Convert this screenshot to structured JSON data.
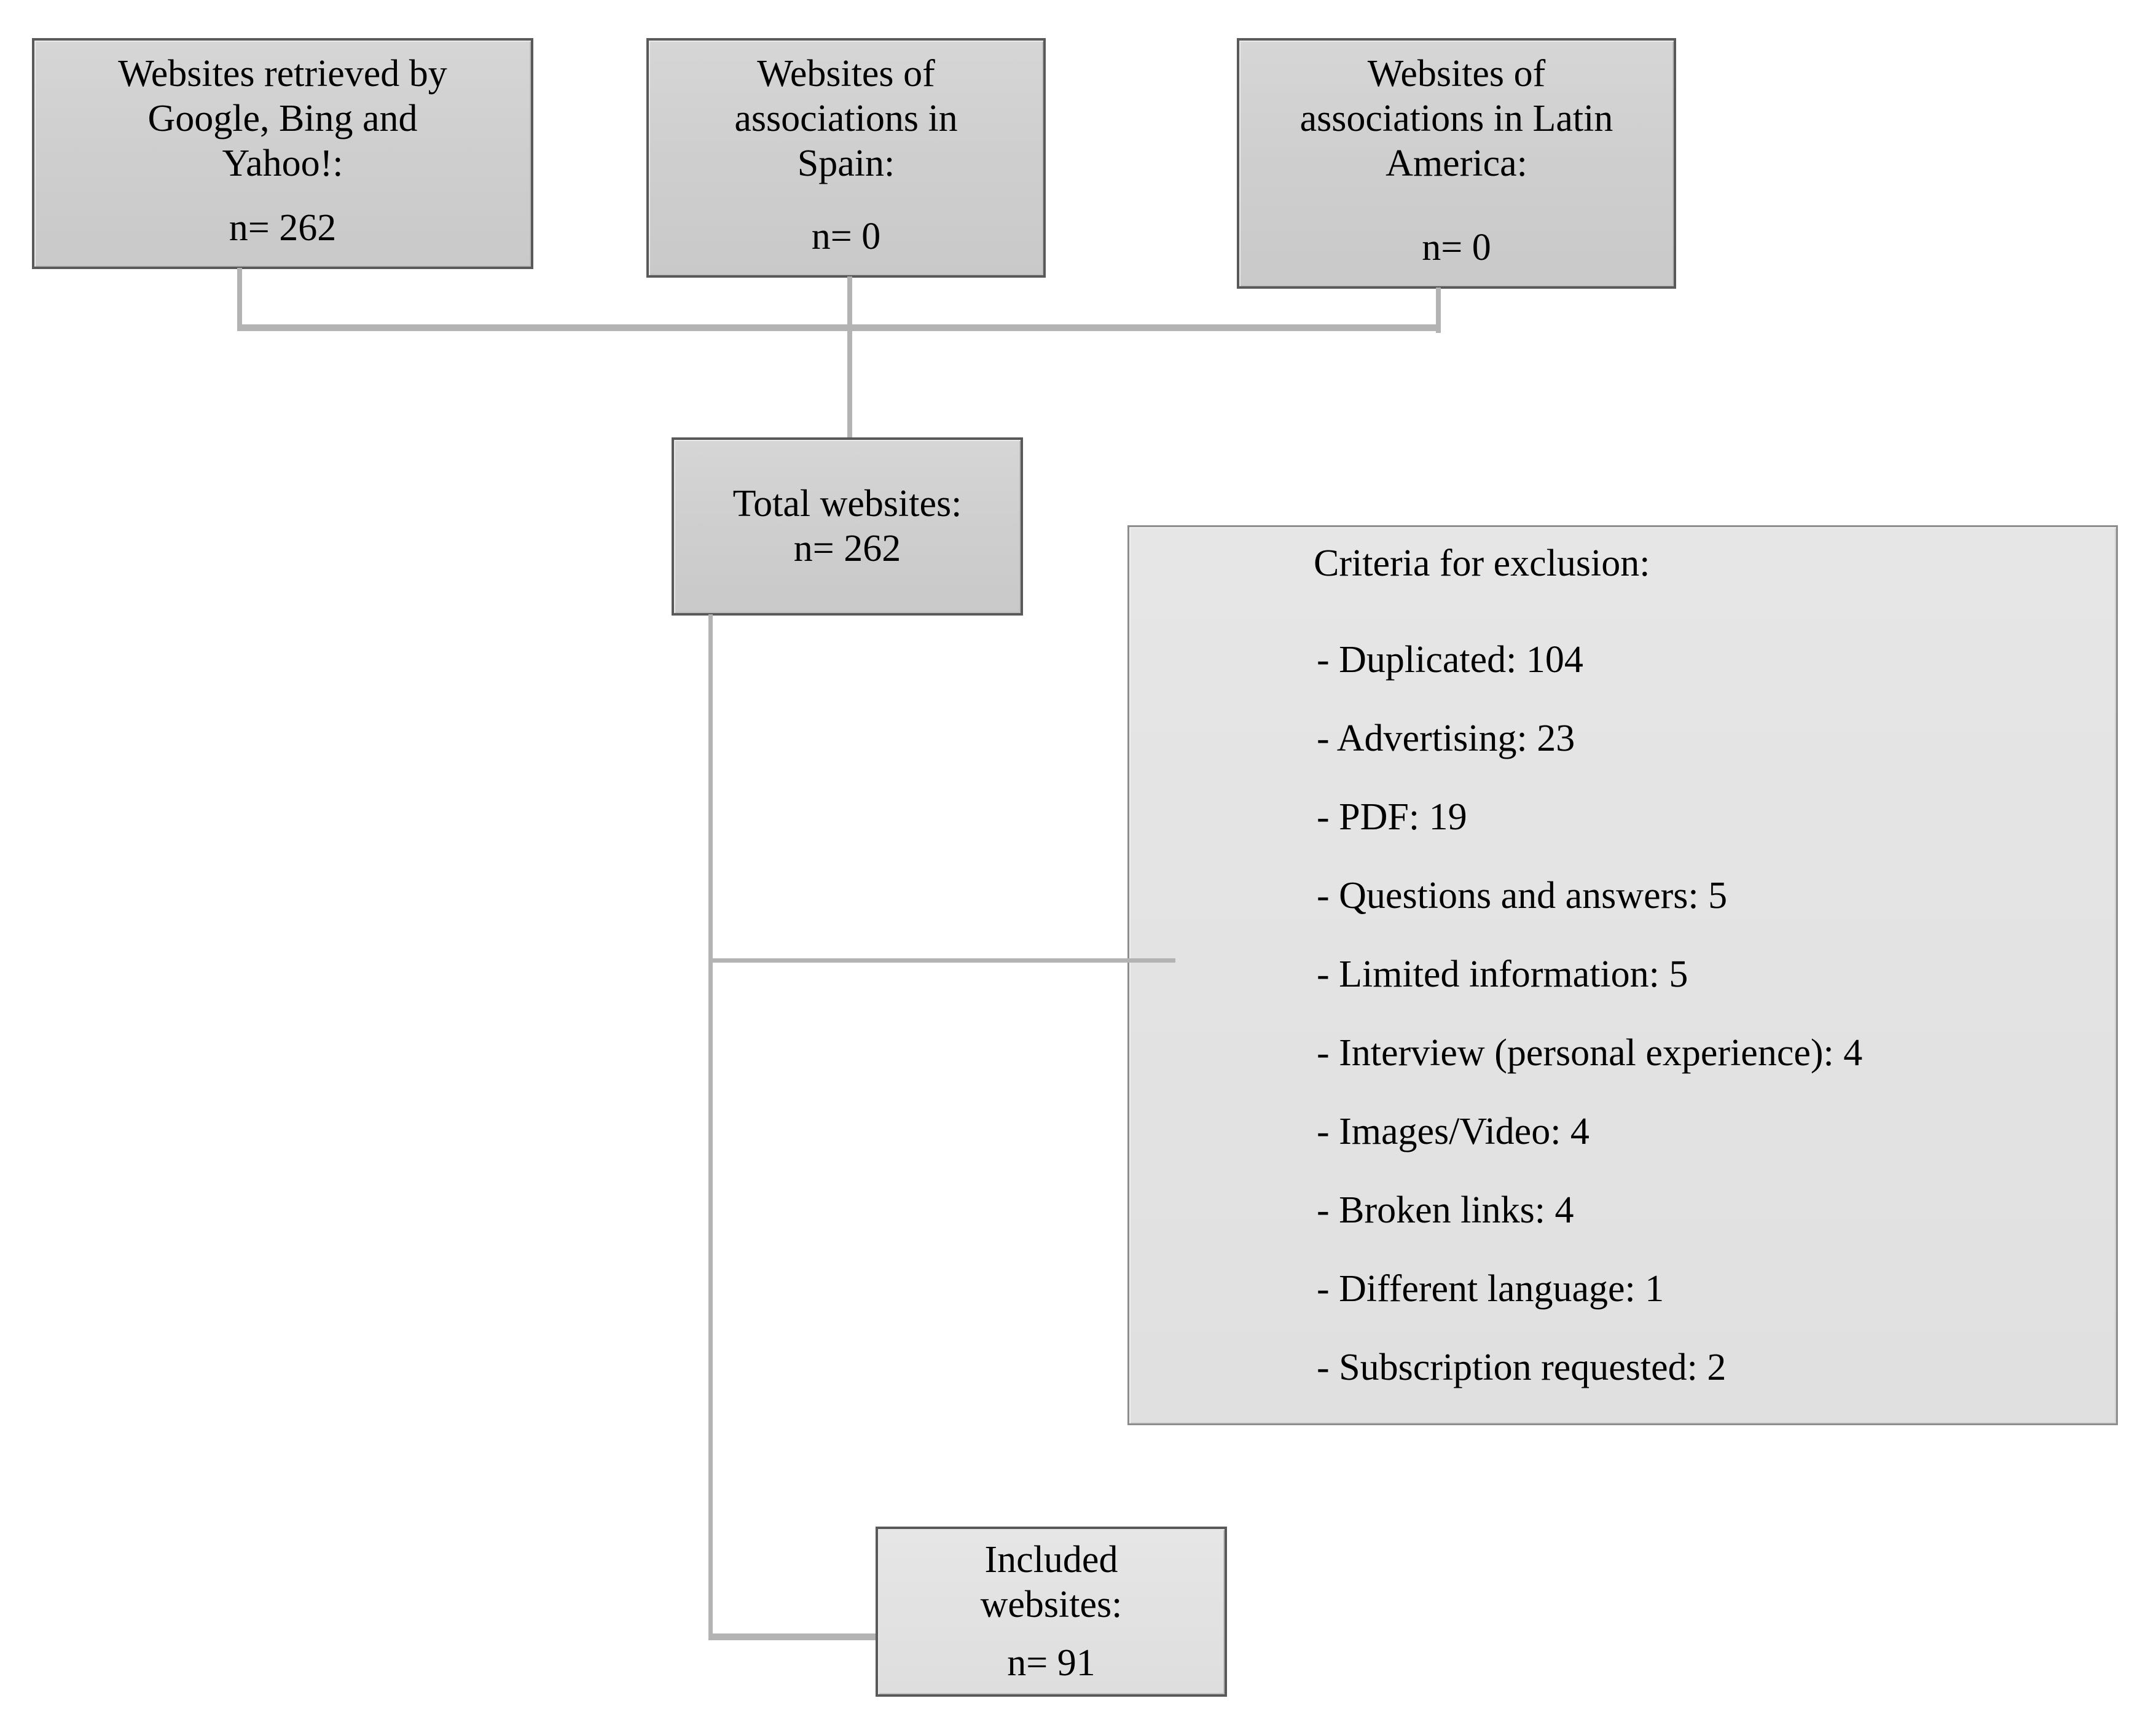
{
  "diagram": {
    "title": "Website selection flow diagram",
    "colors": {
      "box_fill": "#cccccc",
      "box_border": "#595959",
      "panel_fill": "#e3e3e3",
      "panel_border": "#8d8d8d",
      "connector": "#b3b3b3",
      "text": "#000000",
      "background": "#ffffff"
    }
  },
  "sources": [
    {
      "id": "google-bing-yahoo",
      "lines": [
        "Websites retrieved by",
        "Google, Bing and",
        "Yahoo!:"
      ],
      "count": "n= 262"
    },
    {
      "id": "associations-spain",
      "lines": [
        "Websites of",
        "associations in",
        "Spain:"
      ],
      "count": "n= 0"
    },
    {
      "id": "associations-latin-america",
      "lines": [
        "Websites of",
        "associations in Latin",
        "America:"
      ],
      "count": "n= 0"
    }
  ],
  "total": {
    "id": "total-websites",
    "label": "Total websites:",
    "count": "n= 262"
  },
  "included": {
    "id": "included-websites",
    "lines": [
      "Included",
      "websites:"
    ],
    "count": "n= 91"
  },
  "criteria": {
    "title": "Criteria for exclusion:",
    "items": [
      "- Duplicated: 104",
      "- Advertising: 23",
      "- PDF: 19",
      "- Questions and answers: 5",
      "- Limited information: 5",
      "- Interview (personal experience): 4",
      "- Images/Video: 4",
      "- Broken links: 4",
      "- Different language: 1",
      "- Subscription requested: 2"
    ]
  },
  "chart_data": {
    "type": "diagram",
    "title": "Website selection flow diagram",
    "nodes": [
      {
        "name": "Websites retrieved by Google, Bing and Yahoo!:",
        "value": 262
      },
      {
        "name": "Websites of associations in Spain:",
        "value": 0
      },
      {
        "name": "Websites of associations in Latin America:",
        "value": 0
      },
      {
        "name": "Total websites:",
        "value": 262
      },
      {
        "name": "Included websites:",
        "value": 91
      }
    ],
    "exclusions": [
      {
        "reason": "Duplicated",
        "value": 104
      },
      {
        "reason": "Advertising",
        "value": 23
      },
      {
        "reason": "PDF",
        "value": 19
      },
      {
        "reason": "Questions and answers",
        "value": 5
      },
      {
        "reason": "Limited information",
        "value": 5
      },
      {
        "reason": "Interview (personal experience)",
        "value": 4
      },
      {
        "reason": "Images/Video",
        "value": 4
      },
      {
        "reason": "Broken links",
        "value": 4
      },
      {
        "reason": "Different language",
        "value": 1
      },
      {
        "reason": "Subscription requested",
        "value": 2
      }
    ],
    "edges": [
      {
        "from": "Websites retrieved by Google, Bing and Yahoo!:",
        "to": "Total websites:"
      },
      {
        "from": "Websites of associations in Spain:",
        "to": "Total websites:"
      },
      {
        "from": "Websites of associations in Latin America:",
        "to": "Total websites:"
      },
      {
        "from": "Total websites:",
        "to": "Criteria for exclusion:"
      },
      {
        "from": "Total websites:",
        "to": "Included websites:"
      }
    ]
  }
}
